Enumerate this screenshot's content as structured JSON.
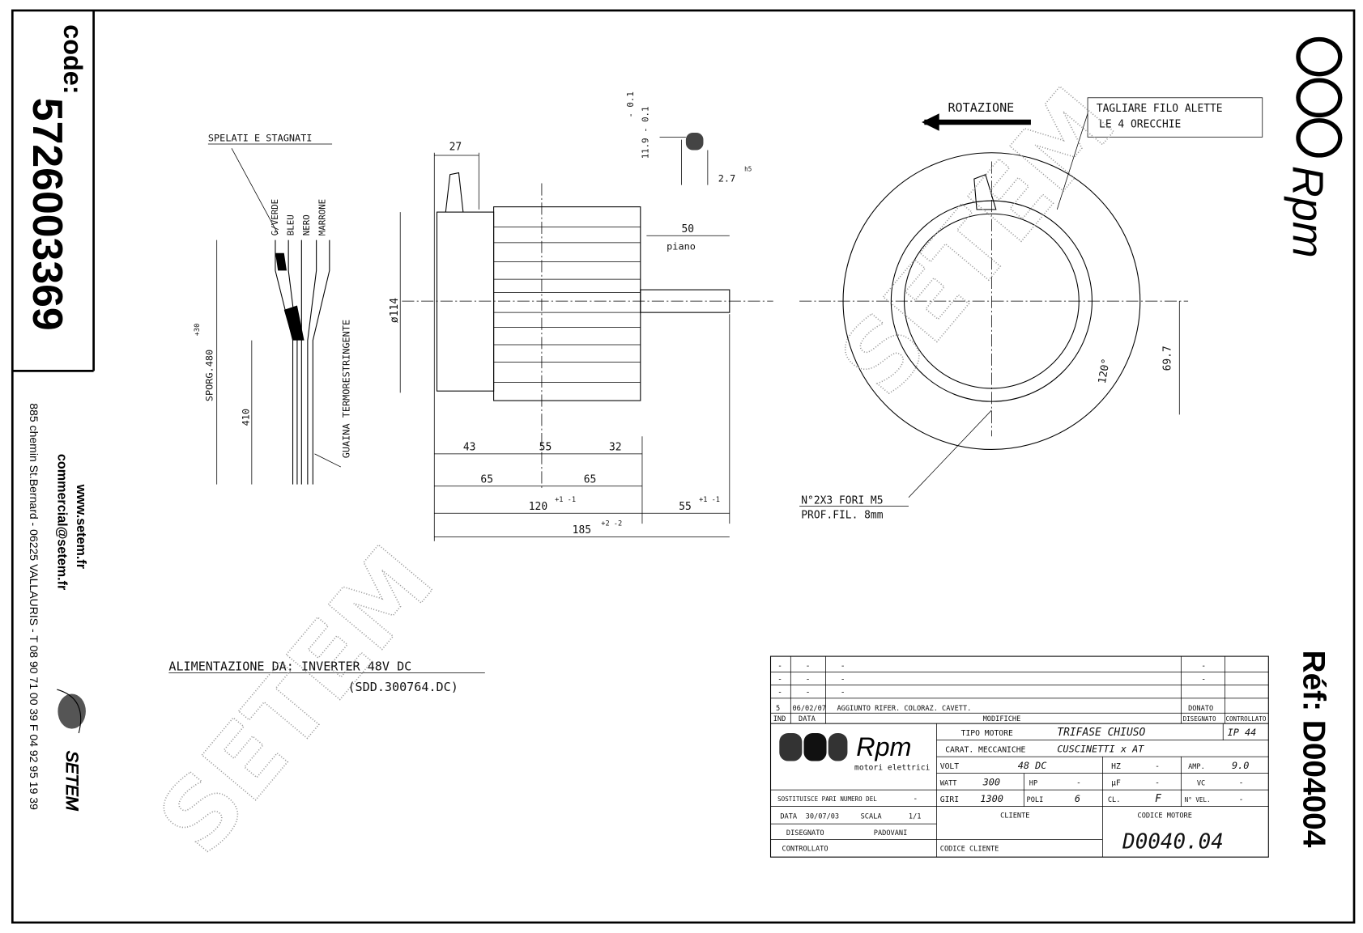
{
  "sidebar": {
    "code_label": "code:",
    "code_value": "5726003369",
    "website": "www.setem.fr",
    "email": "commercial@setem.fr",
    "address": "885 chemin St.Bernard - 06225 VALLAURIS - T 08 90 71 00 39  F 04 92 95 19 39",
    "brand": "SETEM"
  },
  "right_strip": {
    "brand": "Rpm",
    "ref": "Réf: D004004"
  },
  "watermark": "SETEM",
  "drawing": {
    "cable_title": "SPELATI E STAGNATI",
    "wires": [
      "G/VERDE",
      "BLEU",
      "NERO",
      "MARRONE"
    ],
    "sporg": "SPORG.480",
    "sporg_tol": "+30",
    "dim_410": "410",
    "sleeve": "GUAINA TERMORESTRINGENTE",
    "dim_27": "27",
    "key_tol_top": "- 0.1",
    "key_tol_bot": "11.9 - 0.1",
    "key_27": "2.7",
    "key_h": "h5",
    "dim_50": "50",
    "piano": "piano",
    "diam": "ø114",
    "d43": "43",
    "d55": "55",
    "d32": "32",
    "d65a": "65",
    "d65b": "65",
    "d120": "120",
    "d120_tol": "+1 -1",
    "d55b": "55",
    "d55b_tol": "+1 -1",
    "d185": "185",
    "d185_tol": "+2 -2",
    "rotation": "ROTAZIONE",
    "note_line1": "TAGLIARE FILO ALETTE",
    "note_line2": "LE 4 ORECCHIE",
    "d697": "69.7",
    "angle": "120°",
    "holes_line1": "N°2X3 FORI M5",
    "holes_line2": "PROF.FIL. 8mm",
    "supply_line1": "ALIMENTAZIONE DA: INVERTER 48V DC",
    "supply_line2": "(SDD.300764.DC)"
  },
  "title_block": {
    "revisions": [
      [
        "-",
        "-",
        "-"
      ],
      [
        "-",
        "-",
        "-"
      ],
      [
        "-",
        "-",
        "-"
      ],
      [
        "",
        "",
        ""
      ],
      [
        "5",
        "06/02/07",
        "AGGIUNTO RIFER. COLORAZ. CAVETT."
      ]
    ],
    "rev_right": [
      "-",
      "-",
      "",
      "",
      "DONATO"
    ],
    "headers": {
      "ind": "IND",
      "data": "DATA",
      "modifiche": "MODIFICHE",
      "disegnato": "DISEGNATO",
      "controllato": "CONTROLLATO"
    },
    "logo_brand": "Rpm",
    "logo_sub": "motori elettrici",
    "tipo_motore_label": "TIPO MOTORE",
    "tipo_motore": "TRIFASE CHIUSO",
    "ip": "IP 44",
    "carat_label": "CARAT. MECCANICHE",
    "carat": "CUSCINETTI x AT",
    "volt_label": "VOLT",
    "volt": "48 DC",
    "hz_label": "HZ",
    "hz": "-",
    "amp_label": "AMP.",
    "amp": "9.0",
    "watt_label": "WATT",
    "watt": "300",
    "hp_label": "HP",
    "hp": "-",
    "mu_label": "µF",
    "mu": "-",
    "vc_label": "VC",
    "vc": "-",
    "sost_label": "SOSTITUISCE PARI NUMERO DEL",
    "sost": "-",
    "giri_label": "GIRI",
    "giri": "1300",
    "poli_label": "POLI",
    "poli": "6",
    "cl_label": "CL.",
    "cl": "F",
    "nvel_label": "N° VEL.",
    "nvel": "-",
    "data_label": "DATA",
    "data": "30/07/03",
    "scala_label": "SCALA",
    "scala": "1/1",
    "disegnato_label": "DISEGNATO",
    "disegnato": "PADOVANI",
    "controllato_label": "CONTROLLATO",
    "cliente_label": "CLIENTE",
    "codice_cliente_label": "CODICE CLIENTE",
    "codice_motore_label": "CODICE MOTORE",
    "codice_motore": "D0040.04"
  }
}
